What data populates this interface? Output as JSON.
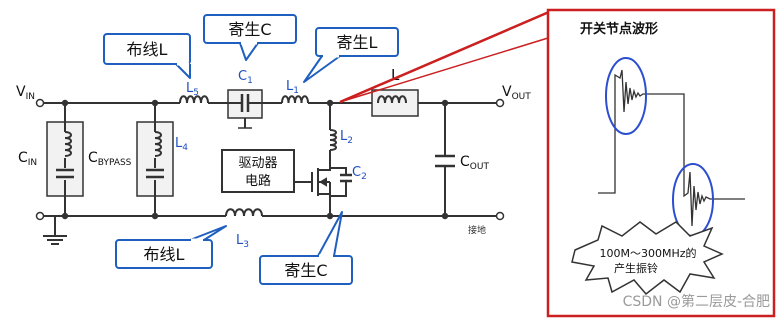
{
  "labels": {
    "vin_main": "V",
    "vin_sub": "IN",
    "vout_main": "V",
    "vout_sub": "OUT",
    "cin_main": "C",
    "cin_sub": "IN",
    "cbypass_main": "C",
    "cbypass_sub": "BYPASS",
    "cout_main": "C",
    "cout_sub": "OUT",
    "l5_main": "L",
    "l5_sub": "5",
    "l4_main": "L",
    "l4_sub": "4",
    "l3_main": "L",
    "l3_sub": "3",
    "l2_main": "L",
    "l2_sub": "2",
    "l1_main": "L",
    "l1_sub": "1",
    "c1_main": "C",
    "c1_sub": "1",
    "c2_main": "C",
    "c2_sub": "2",
    "l_out": "L",
    "driver_line1": "驱动器",
    "driver_line2": "电路",
    "ground_label": "接地"
  },
  "callouts": {
    "wiring_top": "布线L",
    "parasitic_c_top": "寄生C",
    "parasitic_l_top": "寄生L",
    "wiring_bottom": "布线L",
    "parasitic_c_bottom": "寄生C"
  },
  "panel": {
    "title": "开关节点波形",
    "burst_line1": "100M～300MHz的",
    "burst_line2": "产生振铃"
  },
  "watermark": "CSDN @第二层皮-合肥",
  "colors": {
    "wire": "#333333",
    "callout_border": "#1f5fbf",
    "callout_fill": "#ffffff",
    "panel_border": "#cc1f1f",
    "pointer": "#cc1f1f",
    "label_blue": "#1f4fbf",
    "ring_ellipse": "#2d4fcf"
  }
}
